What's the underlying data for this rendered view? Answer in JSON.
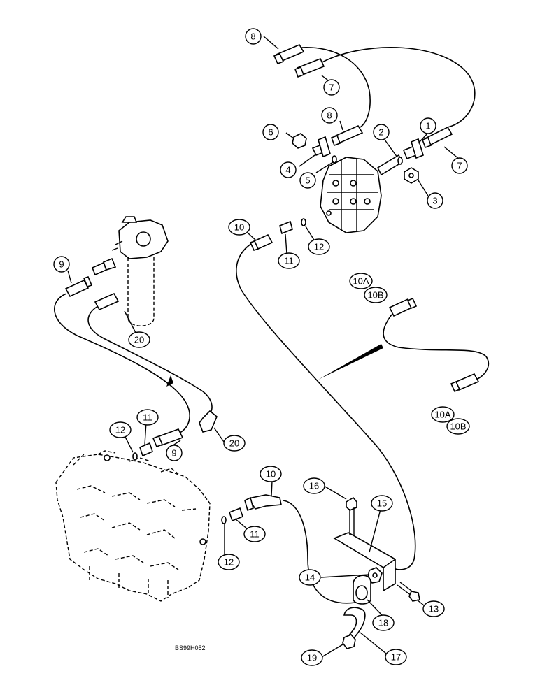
{
  "drawing_code": "BS99H052",
  "callouts": [
    "1",
    "2",
    "3",
    "4",
    "5",
    "6",
    "7",
    "7",
    "8",
    "8",
    "9",
    "9",
    "10",
    "10",
    "10A",
    "10A",
    "10B",
    "10B",
    "11",
    "11",
    "12",
    "12",
    "13",
    "14",
    "15",
    "16",
    "17",
    "18",
    "19",
    "20",
    "20"
  ]
}
